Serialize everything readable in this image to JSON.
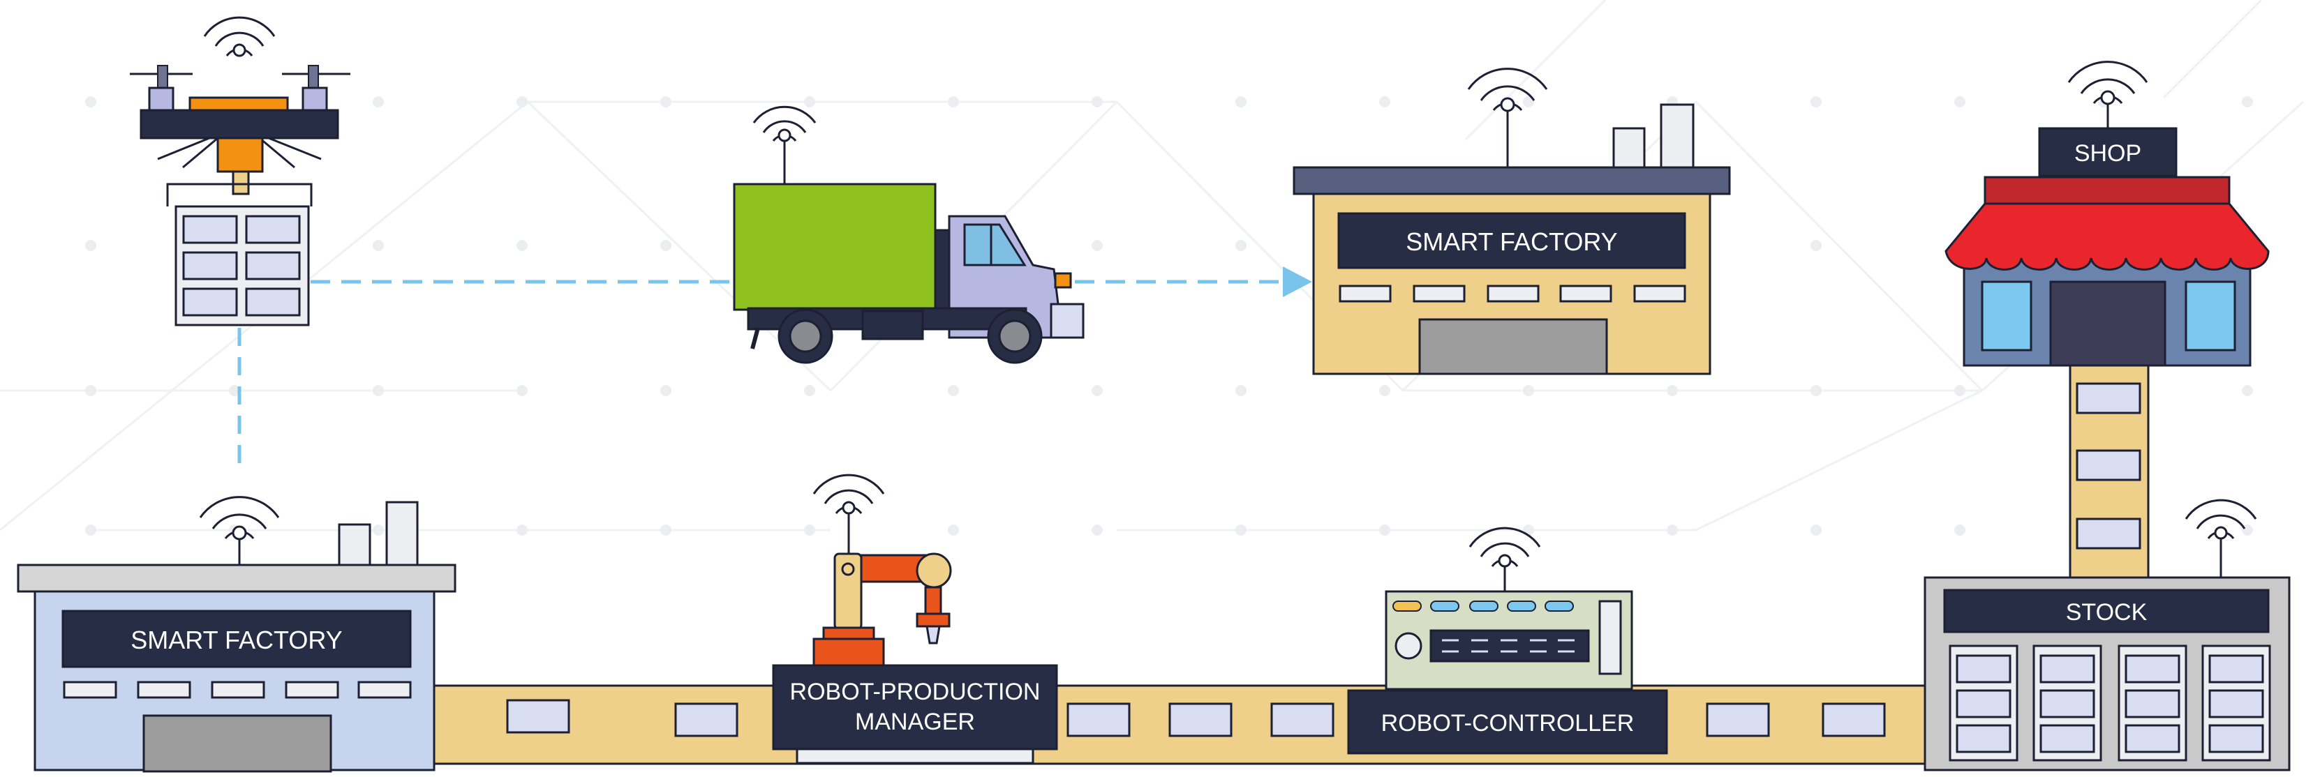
{
  "labels": {
    "smart_factory_top": "SMART FACTORY",
    "smart_factory_bottom": "SMART FACTORY",
    "shop": "SHOP",
    "stock": "STOCK",
    "robot_production_manager_line1": "ROBOT-PRODUCTION",
    "robot_production_manager_line2": "MANAGER",
    "robot_controller": "ROBOT-CONTROLLER"
  },
  "icons": [
    "drone-icon",
    "delivery-truck-icon",
    "smart-factory-icon",
    "shop-icon",
    "stock-warehouse-icon",
    "robot-arm-icon",
    "robot-controller-icon",
    "wifi-signal-icon",
    "conveyor-belt-icon"
  ],
  "colors": {
    "label_bg": "#272d44",
    "label_text": "#ffffff",
    "conveyor": "#efd08a",
    "factory_top_wall": "#efd08a",
    "factory_bottom_wall": "#c7d4ee",
    "truck_cargo": "#8fc21f",
    "truck_cab": "#b6b8e2",
    "awning_red": "#e8262c",
    "robot_orange": "#e8541b",
    "dashed_arrow": "#79c4ea",
    "outline": "#1d2033",
    "grid_dots": "#ebedf0"
  }
}
